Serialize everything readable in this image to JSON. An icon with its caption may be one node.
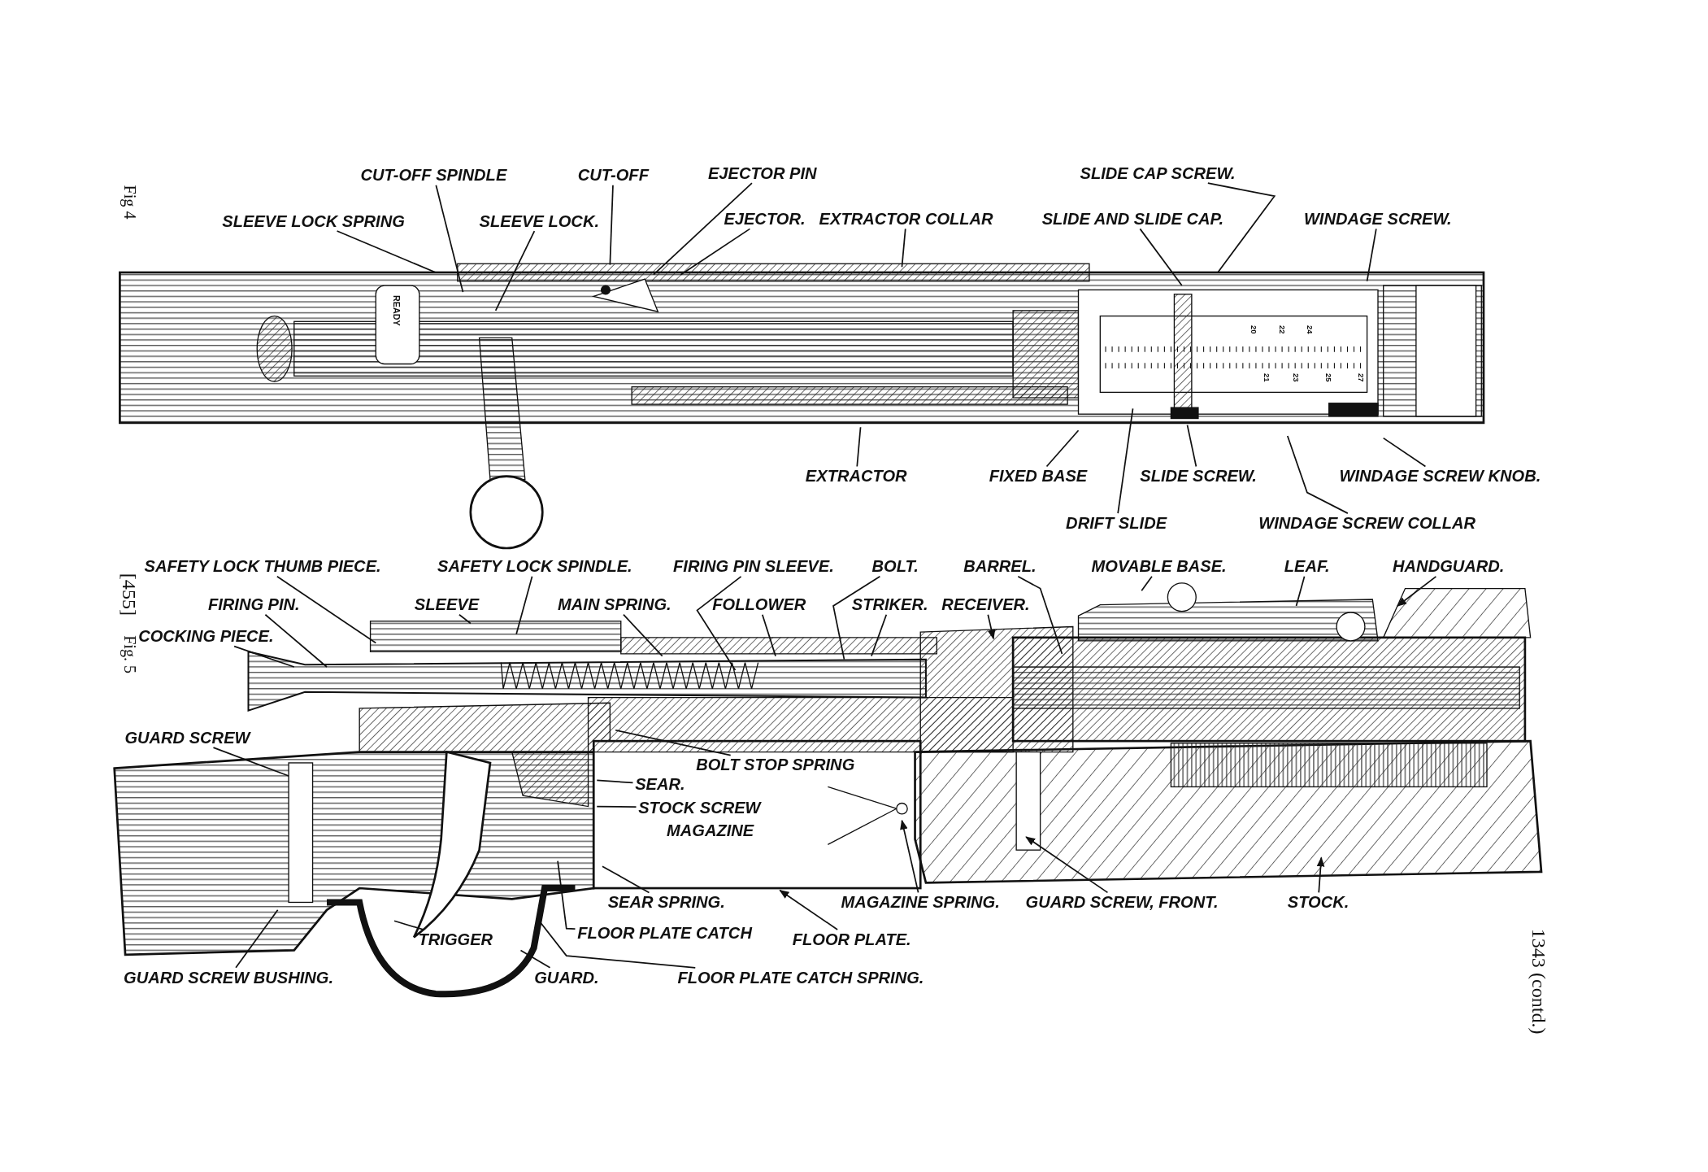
{
  "diagram": {
    "nodes": [
      {
        "text": [
          "CUT-OFF SPINDLE"
        ]
      },
      {
        "text": [
          "CUT-OFF"
        ]
      },
      {
        "text": [
          "EJECTOR PIN"
        ]
      },
      {
        "text": [
          "SLEEVE LOCK SPRING"
        ]
      },
      {
        "text": [
          "SLEEVE LOCK."
        ]
      },
      {
        "text": [
          "EJECTOR."
        ]
      },
      {
        "text": [
          "EXTRACTOR COLLAR"
        ]
      },
      {
        "text": [
          "SLIDE CAP SCREW."
        ]
      },
      {
        "text": [
          "SLIDE AND SLIDE CAP."
        ]
      },
      {
        "text": [
          "WINDAGE SCREW."
        ]
      },
      {
        "text": [
          "EXTRACTOR"
        ]
      },
      {
        "text": [
          "FIXED BASE"
        ]
      },
      {
        "text": [
          "SLIDE SCREW."
        ]
      },
      {
        "text": [
          "WINDAGE SCREW KNOB."
        ]
      },
      {
        "text": [
          "DRIFT SLIDE"
        ]
      },
      {
        "text": [
          "WINDAGE SCREW COLLAR"
        ]
      },
      {
        "text": [
          "SAFETY LOCK THUMB PIECE."
        ]
      },
      {
        "text": [
          "SAFETY LOCK SPINDLE."
        ]
      },
      {
        "text": [
          "FIRING PIN SLEEVE."
        ]
      },
      {
        "text": [
          "BOLT."
        ]
      },
      {
        "text": [
          "BARREL."
        ]
      },
      {
        "text": [
          "MOVABLE BASE."
        ]
      },
      {
        "text": [
          "LEAF."
        ]
      },
      {
        "text": [
          "HANDGUARD."
        ]
      },
      {
        "text": [
          "FIRING PIN."
        ]
      },
      {
        "text": [
          "COCKING PIECE."
        ]
      },
      {
        "text": [
          "SLEEVE"
        ]
      },
      {
        "text": [
          "MAIN SPRING."
        ]
      },
      {
        "text": [
          "FOLLOWER"
        ]
      },
      {
        "text": [
          "STRIKER."
        ]
      },
      {
        "text": [
          "RECEIVER."
        ]
      },
      {
        "text": [
          "GUARD SCREW"
        ]
      },
      {
        "text": [
          "BOLT STOP SPRING"
        ]
      },
      {
        "text": [
          "SEAR."
        ]
      },
      {
        "text": [
          "STOCK SCREW"
        ]
      },
      {
        "text": [
          "SEAR SPRING."
        ]
      },
      {
        "text": [
          "MAGAZINE SPRING."
        ]
      },
      {
        "text": [
          "GUARD SCREW, FRONT."
        ]
      },
      {
        "text": [
          "STOCK."
        ]
      },
      {
        "text": [
          "TRIGGER"
        ]
      },
      {
        "text": [
          "FLOOR PLATE CATCH"
        ]
      },
      {
        "text": [
          "FLOOR PLATE."
        ]
      },
      {
        "text": [
          "GUARD SCREW BUSHING."
        ]
      },
      {
        "text": [
          "GUARD."
        ]
      },
      {
        "text": [
          "FLOOR PLATE CATCH SPRING."
        ]
      }
    ],
    "edges": [
      {
        "from": 0,
        "to": null,
        "arrow": "none"
      },
      {
        "from": 1,
        "to": null,
        "arrow": "none"
      },
      {
        "from": 2,
        "to": null,
        "arrow": "none"
      },
      {
        "from": 3,
        "to": null,
        "arrow": "none"
      },
      {
        "from": 4,
        "to": null,
        "arrow": "none"
      },
      {
        "from": 5,
        "to": null,
        "arrow": "none"
      },
      {
        "from": 6,
        "to": null,
        "arrow": "none"
      },
      {
        "from": 7,
        "to": null,
        "arrow": "none"
      },
      {
        "from": 8,
        "to": null,
        "arrow": "none"
      },
      {
        "from": 9,
        "to": null,
        "arrow": "none"
      },
      {
        "from": 10,
        "to": null,
        "arrow": "none"
      },
      {
        "from": 11,
        "to": null,
        "arrow": "none"
      },
      {
        "from": 12,
        "to": null,
        "arrow": "none"
      },
      {
        "from": 13,
        "to": null,
        "arrow": "none"
      },
      {
        "from": 14,
        "to": null,
        "arrow": "none"
      },
      {
        "from": 15,
        "to": null,
        "arrow": "none"
      },
      {
        "from": 16,
        "to": null,
        "arrow": "none"
      },
      {
        "from": 17,
        "to": null,
        "arrow": "none"
      },
      {
        "from": 18,
        "to": null,
        "arrow": "none"
      },
      {
        "from": 19,
        "to": null,
        "arrow": "none"
      },
      {
        "from": 20,
        "to": null,
        "arrow": "none"
      },
      {
        "from": 21,
        "to": null,
        "arrow": "none"
      },
      {
        "from": 22,
        "to": null,
        "arrow": "none"
      },
      {
        "from": 23,
        "to": null,
        "arrow": "to"
      },
      {
        "from": 24,
        "to": null,
        "arrow": "none"
      },
      {
        "from": 25,
        "to": null,
        "arrow": "none"
      },
      {
        "from": 26,
        "to": null,
        "arrow": "none"
      },
      {
        "from": 27,
        "to": null,
        "arrow": "none"
      },
      {
        "from": 28,
        "to": null,
        "arrow": "none"
      },
      {
        "from": 29,
        "to": null,
        "arrow": "none"
      },
      {
        "from": 30,
        "to": null,
        "arrow": "to"
      },
      {
        "from": 31,
        "to": null,
        "arrow": "none"
      },
      {
        "from": 32,
        "to": null,
        "arrow": "none"
      },
      {
        "from": 33,
        "to": null,
        "arrow": "none"
      },
      {
        "from": 34,
        "to": null,
        "arrow": "none"
      },
      {
        "from": 35,
        "to": null,
        "arrow": "none"
      },
      {
        "from": 36,
        "to": null,
        "arrow": "to"
      },
      {
        "from": 37,
        "to": null,
        "arrow": "to"
      },
      {
        "from": 38,
        "to": null,
        "arrow": "to"
      },
      {
        "from": 39,
        "to": null,
        "arrow": "none"
      },
      {
        "from": 40,
        "to": null,
        "arrow": "none"
      },
      {
        "from": 41,
        "to": null,
        "arrow": "to"
      },
      {
        "from": 42,
        "to": null,
        "arrow": "none"
      },
      {
        "from": 43,
        "to": null,
        "arrow": "none"
      },
      {
        "from": 44,
        "to": null,
        "arrow": "none"
      }
    ],
    "labels": [
      "Fig 4",
      "READY",
      "20",
      "22",
      "24",
      "21",
      "23",
      "25",
      "27",
      "[455]",
      "Fig. 5",
      "MAGAZINE",
      "1343 (contd.)"
    ]
  }
}
